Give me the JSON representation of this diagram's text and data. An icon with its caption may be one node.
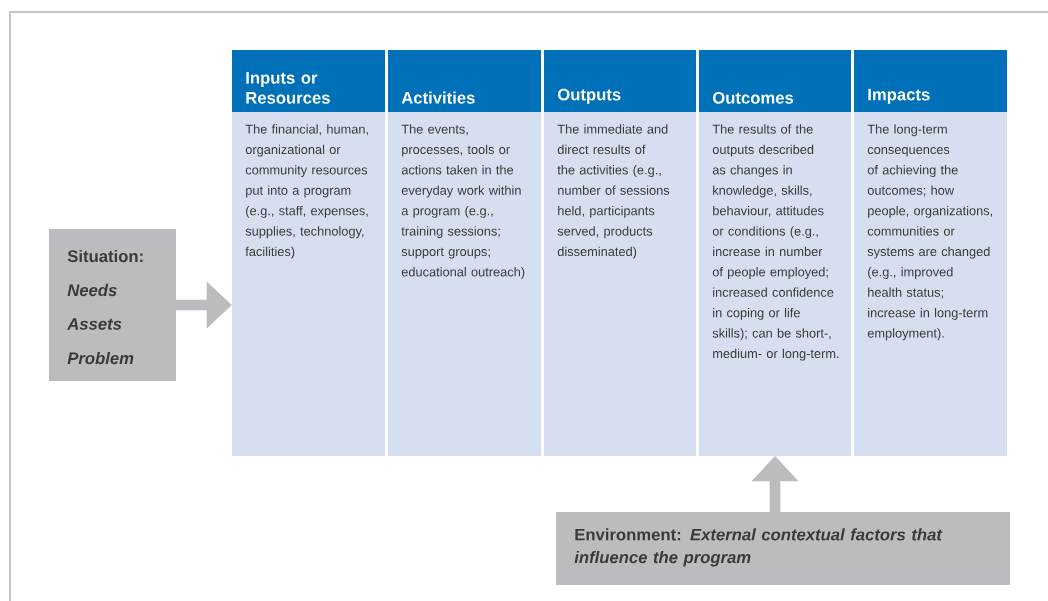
{
  "diagram": {
    "nodes": [
      {
        "text": [
          "Situation:",
          "Needs",
          "Assets",
          "Problem"
        ]
      },
      {
        "text": [
          "Inputs or Resources",
          "The financial, human, organizational or community resources put into a program (e.g., staff, expenses, supplies, technology, facilities)"
        ]
      },
      {
        "text": [
          "Activities",
          "The events, processes, tools or actions taken in the everyday work within a program (e.g., training sessions; support groups; educational outreach)"
        ]
      },
      {
        "text": [
          "Outputs",
          "The immediate and direct results of the activities (e.g., number of sessions held, participants served, products disseminated)"
        ]
      },
      {
        "text": [
          "Outcomes",
          "The results of the outputs described as changes in knowledge, skills, behaviour, attitudes or conditions (e.g., increase in number of people employed; increased confidence in coping or life skills); can be short-, medium- or long-term."
        ]
      },
      {
        "text": [
          "Impacts",
          "The long-term consequences of achieving the outcomes; how people, organizations, communities or systems are changed (e.g., improved health status; increase in long-term employment)."
        ]
      },
      {
        "text": [
          "Environment: *External contextual factors that influence the program*"
        ]
      }
    ],
    "edges": [
      {
        "from": 0,
        "to": 1,
        "arrow": "to"
      },
      {
        "from": 6,
        "to": 4,
        "arrow": "to"
      }
    ]
  }
}
